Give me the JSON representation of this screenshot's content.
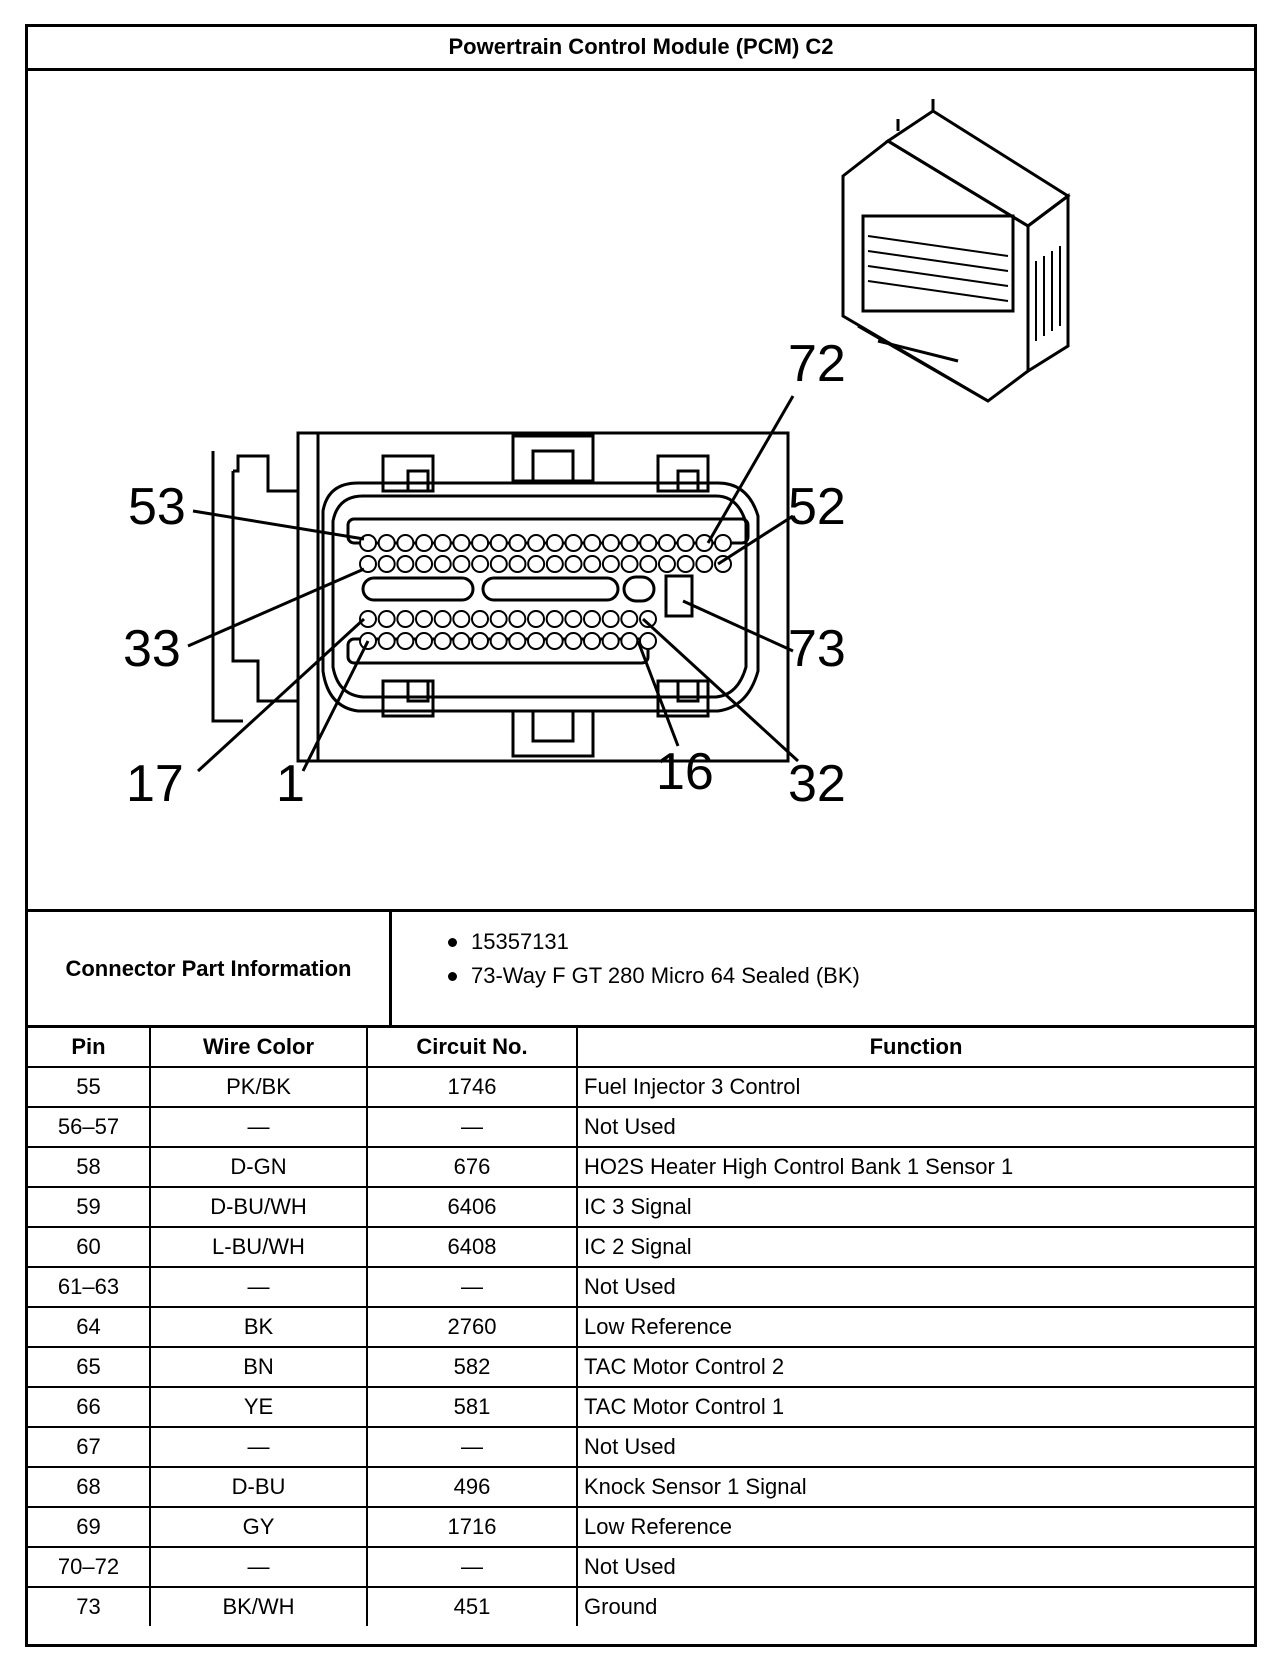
{
  "title": "Powertrain Control Module (PCM) C2",
  "diagram": {
    "callouts": [
      "72",
      "53",
      "52",
      "33",
      "73",
      "17",
      "1",
      "16",
      "32"
    ]
  },
  "connector": {
    "label": "Connector Part Information",
    "items": [
      "15357131",
      "73-Way F GT 280 Micro 64 Sealed (BK)"
    ]
  },
  "table": {
    "headers": [
      "Pin",
      "Wire Color",
      "Circuit No.",
      "Function"
    ],
    "rows": [
      [
        "55",
        "PK/BK",
        "1746",
        "Fuel Injector 3 Control"
      ],
      [
        "56–57",
        "—",
        "—",
        "Not Used"
      ],
      [
        "58",
        "D-GN",
        "676",
        "HO2S Heater High Control Bank 1 Sensor 1"
      ],
      [
        "59",
        "D-BU/WH",
        "6406",
        "IC 3 Signal"
      ],
      [
        "60",
        "L-BU/WH",
        "6408",
        "IC 2 Signal"
      ],
      [
        "61–63",
        "—",
        "—",
        "Not Used"
      ],
      [
        "64",
        "BK",
        "2760",
        "Low Reference"
      ],
      [
        "65",
        "BN",
        "582",
        "TAC Motor Control 2"
      ],
      [
        "66",
        "YE",
        "581",
        "TAC Motor Control 1"
      ],
      [
        "67",
        "—",
        "—",
        "Not Used"
      ],
      [
        "68",
        "D-BU",
        "496",
        "Knock Sensor 1 Signal"
      ],
      [
        "69",
        "GY",
        "1716",
        "Low Reference"
      ],
      [
        "70–72",
        "—",
        "—",
        "Not Used"
      ],
      [
        "73",
        "BK/WH",
        "451",
        "Ground"
      ]
    ]
  }
}
